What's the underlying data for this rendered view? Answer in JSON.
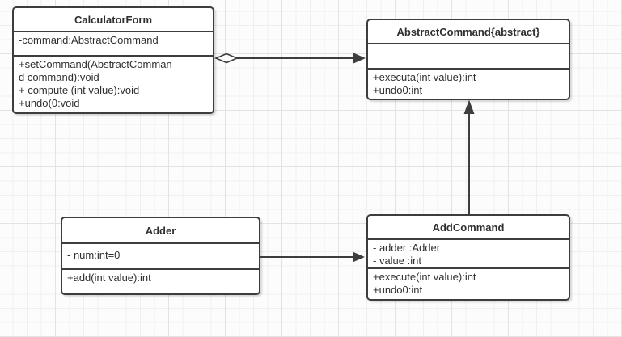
{
  "diagram": {
    "type": "uml-class-diagram",
    "classes": [
      {
        "name": "CalculatorForm",
        "title": "CalculatorForm",
        "attributes": [
          "-command:AbstractCommand"
        ],
        "method_lines": [
          "+setCommand(AbstractComman",
          "d command):void",
          "+ compute (int value):void",
          "+undo(0:void"
        ]
      },
      {
        "name": "AbstractCommand",
        "title": "AbstractCommand{abstract}",
        "attributes": [],
        "method_lines": [
          "+executa(int value):int",
          "+undo0:int"
        ]
      },
      {
        "name": "Adder",
        "title": "Adder",
        "attributes": [
          "- num:int=0"
        ],
        "method_lines": [
          "+add(int value):int"
        ]
      },
      {
        "name": "AddCommand",
        "title": "AddCommand",
        "attributes": [
          "- adder :Adder",
          "- value :int"
        ],
        "method_lines": [
          "+execute(int value):int",
          "+undo0:int"
        ]
      }
    ],
    "relationships": [
      {
        "type": "directed-aggregation",
        "from": "CalculatorForm",
        "to": "AbstractCommand",
        "marker_start": "hollow-diamond",
        "marker_end": "filled-arrow"
      },
      {
        "type": "directed-association",
        "from": "Adder",
        "to": "AddCommand",
        "marker_end": "filled-arrow"
      },
      {
        "type": "generalization",
        "from": "AddCommand",
        "to": "AbstractCommand",
        "marker_end": "filled-triangle-up"
      }
    ],
    "colors": {
      "shape_border": "#3d3d3d",
      "shape_fill": "#ffffff",
      "text": "#2f2f2f",
      "grid_minor": "#efefef",
      "grid_major": "#e3e3e3",
      "canvas_background": "#fcfcfc"
    }
  }
}
